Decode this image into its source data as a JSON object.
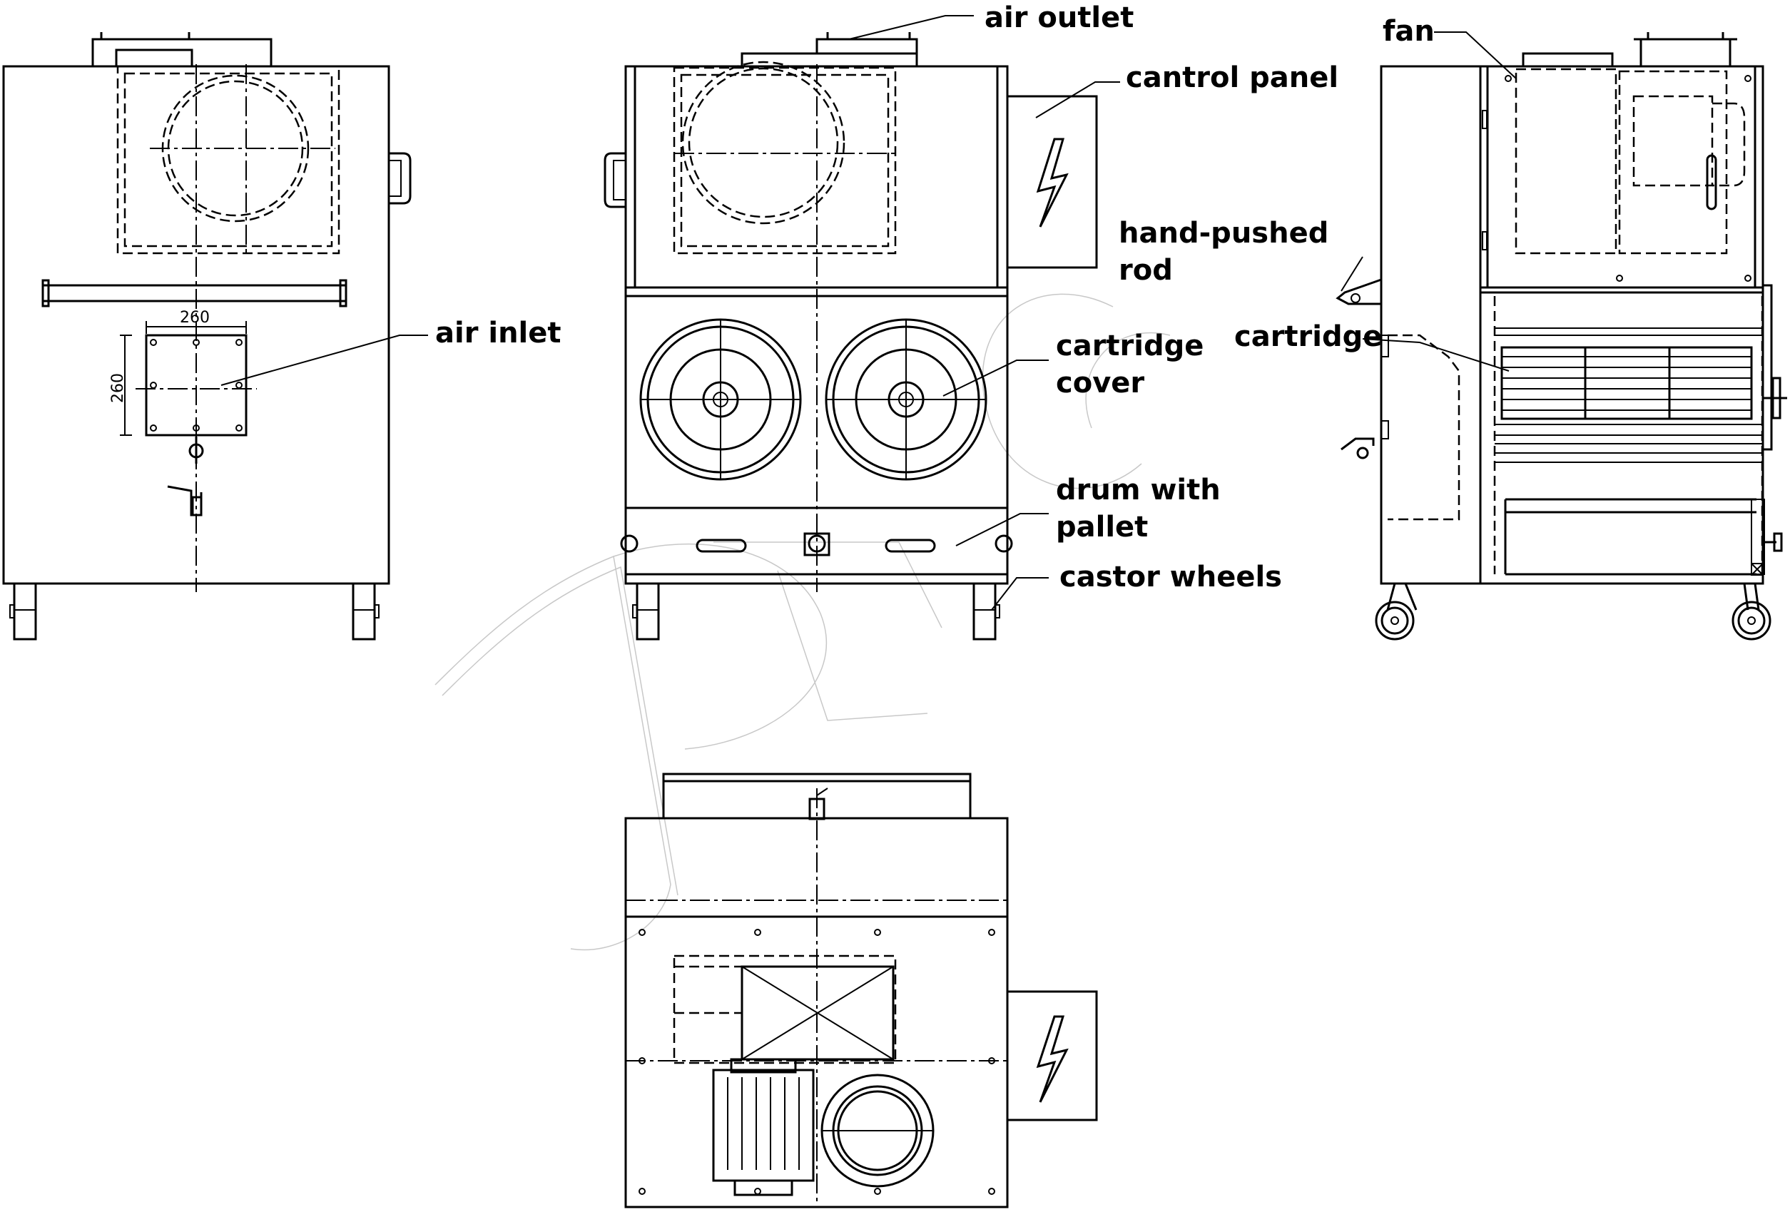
{
  "callouts": {
    "air_outlet": "air outlet",
    "control_panel": "cantrol panel",
    "fan": "fan",
    "hand_pushed_rod_line1": "hand-pushed",
    "hand_pushed_rod_line2": "rod",
    "air_inlet": "air inlet",
    "cartridge_cover_line1": "cartridge",
    "cartridge_cover_line2": "cover",
    "cartridge": "cartridge",
    "drum_line1": "drum with",
    "drum_line2": "pallet",
    "castor_wheels": "castor wheels"
  },
  "dimensions": {
    "inlet_width": "260",
    "inlet_height": "260"
  },
  "icons": {
    "electrical": "lightning-bolt-icon"
  },
  "colors": {
    "line": "#000000",
    "background": "#ffffff",
    "watermark": "#c8c8c8"
  }
}
